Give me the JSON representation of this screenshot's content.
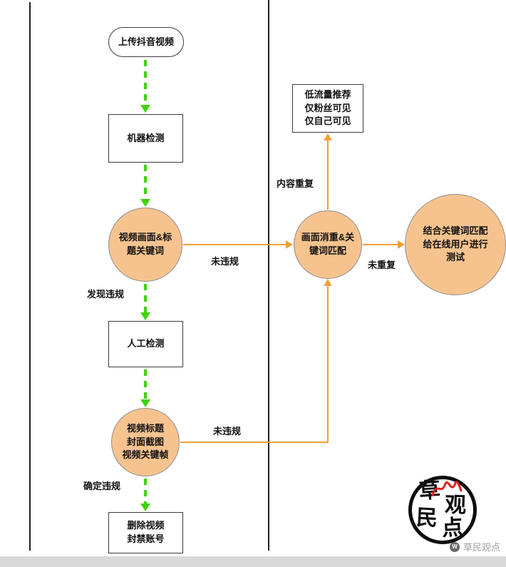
{
  "nodes": {
    "start": {
      "label": "上传抖音视频"
    },
    "machine": {
      "label": "机器检测"
    },
    "circle1": {
      "label": "视频画面&标\n题关键词"
    },
    "manual": {
      "label": "人工检测"
    },
    "circle2": {
      "label": "视频标题\n封面截图\n视频关键帧"
    },
    "delete": {
      "label": "删除视频\n封禁账号"
    },
    "low": {
      "label": "低流量推荐\n仅粉丝可见\n仅自己可见"
    },
    "dedup": {
      "label": "画面消重&关\n键词匹配"
    },
    "online": {
      "label": "结合关键词匹配\n给在线用户进行\n测试"
    }
  },
  "edge_labels": {
    "found_violation": "发现违规",
    "no_violation_top": "未违规",
    "content_duplicate": "内容重复",
    "not_duplicate": "未重复",
    "no_violation_bottom": "未违规",
    "confirmed_violation": "确定违规"
  },
  "stamp": {
    "chars": [
      "草",
      "民",
      "观",
      "点"
    ]
  },
  "footer": {
    "brand": "草民观点",
    "brand_icon_text": "W"
  },
  "colors": {
    "green_arrow": "#3fd30c",
    "orange_arrow": "#f0a03e",
    "node_fill": "#f6c38f",
    "node_border": "#8f8f8f",
    "lane_line": "#1f1f1f",
    "footer_text": "#9c9c9c",
    "stamp_red": "#e02020"
  }
}
